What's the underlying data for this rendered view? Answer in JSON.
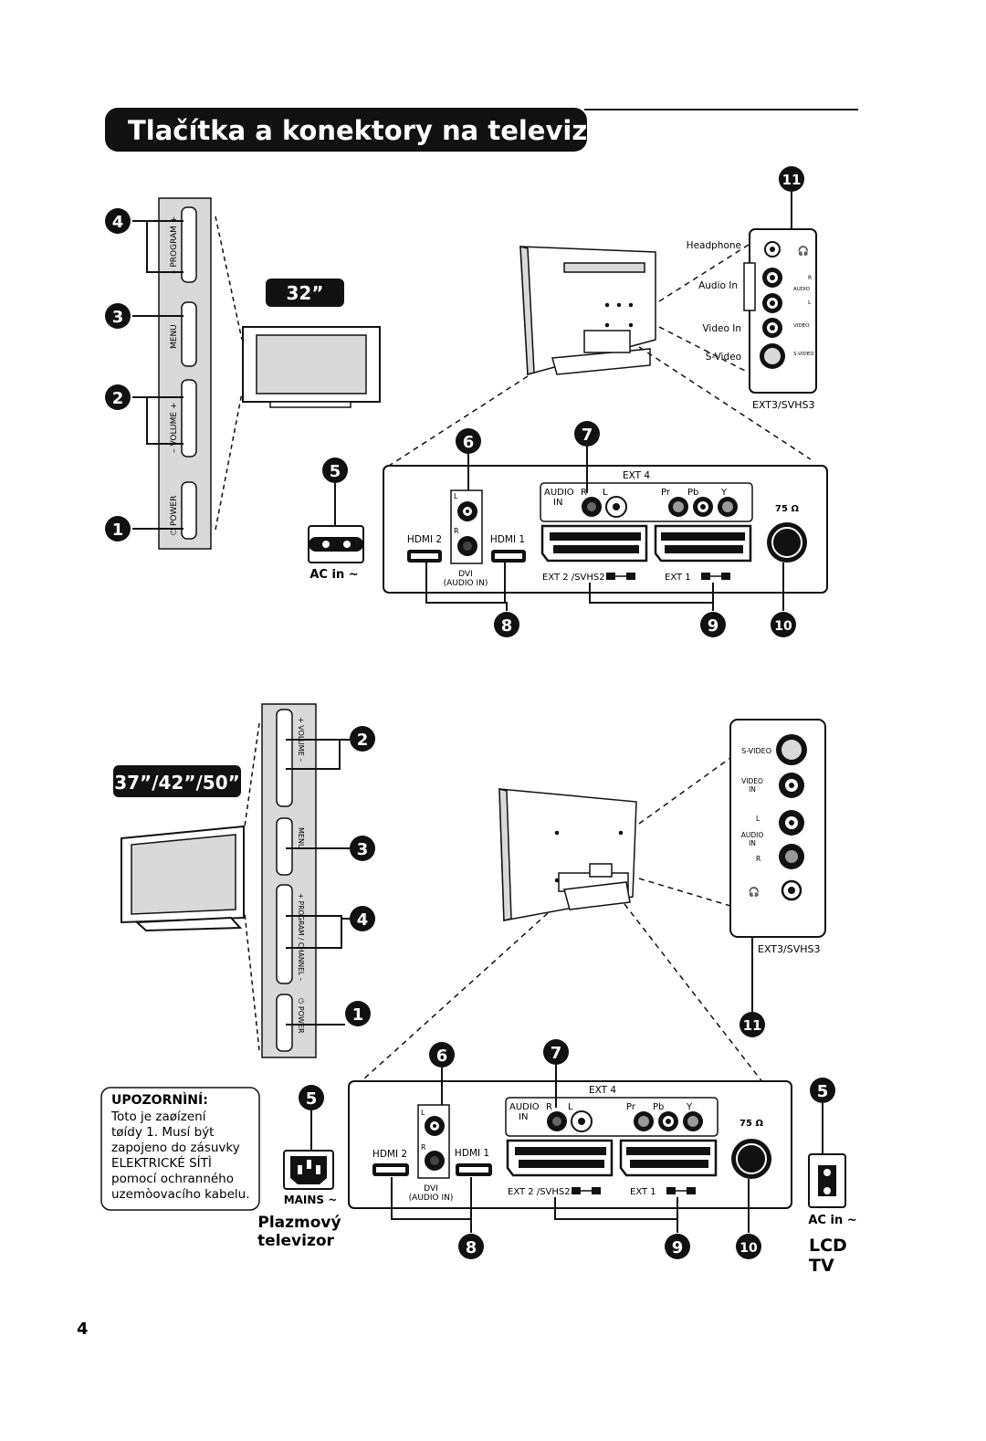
{
  "page": {
    "title": "Tlačítka a konektory na televizoru",
    "page_number": "4"
  },
  "sec32": {
    "size_label": "32”",
    "buttons": {
      "program": "–  PROGRAM  +",
      "menu": "MENU",
      "volume": "–  VOLUME  +",
      "power": "⏻ POWER"
    },
    "numbers": {
      "n1": "1",
      "n2": "2",
      "n3": "3",
      "n4": "4",
      "n5": "5",
      "n6": "6",
      "n7": "7",
      "n8": "8",
      "n9": "9",
      "n10": "10",
      "n11": "11"
    },
    "side": {
      "headphone": "Headphone",
      "audio_in": "Audio In",
      "video_in": "Video In",
      "svideo": "S-Video",
      "ext": "EXT3/SVHS3",
      "r": "R",
      "l": "L",
      "audio_small": "AUDIO\nIN",
      "video_small": "VIDEO\nIN",
      "svideo_small": "S-VIDEO"
    },
    "rear": {
      "ext4": "EXT 4",
      "audio": "AUDIO",
      "in": "IN",
      "r": "R",
      "l": "L",
      "pr": "Pr",
      "pb": "Pb",
      "y": "Y",
      "hdmi2": "HDMI 2",
      "hdmi1": "HDMI 1",
      "dvi": "DVI",
      "dvi_audio": "(AUDIO IN)",
      "ext2": "EXT 2 /SVHS2",
      "ext1": "EXT 1",
      "ohm": "75 Ω",
      "ac_in": "AC in ~",
      "lbl_l": "L",
      "lbl_r": "R"
    }
  },
  "sec37": {
    "size_label": "37”/42”/50”",
    "buttons": {
      "volume": "+   VOLUME   –",
      "menu": "MENU",
      "program": "+  PROGRAM / CHANNEL  –",
      "power": "⏻ POWER"
    },
    "numbers": {
      "n1": "1",
      "n2": "2",
      "n3": "3",
      "n4": "4",
      "n5": "5",
      "n5b": "5",
      "n6": "6",
      "n7": "7",
      "n8": "8",
      "n9": "9",
      "n10": "10",
      "n11": "11"
    },
    "side": {
      "svideo": "S-VIDEO",
      "video_in": "VIDEO\nIN",
      "audio_in": "AUDIO\nIN",
      "l": "L",
      "r": "R",
      "ext": "EXT3/SVHS3"
    },
    "rear": {
      "ext4": "EXT 4",
      "audio": "AUDIO",
      "in": "IN",
      "r": "R",
      "l": "L",
      "pr": "Pr",
      "pb": "Pb",
      "y": "Y",
      "hdmi2": "HDMI 2",
      "hdmi1": "HDMI 1",
      "dvi": "DVI",
      "dvi_audio": "(AUDIO IN)",
      "ext2": "EXT 2 /SVHS2",
      "ext1": "EXT 1",
      "ohm": "75 Ω",
      "mains": "MAINS ~",
      "ac_in": "AC in ~",
      "lbl_l": "L",
      "lbl_r": "R"
    },
    "warning": {
      "title": "UPOZORNÌNÍ:",
      "lines": [
        "Toto je zaøízení",
        "tøídy 1. Musí být",
        "zapojeno do zásuvky",
        "ELEKTRICKÉ SÍTÌ",
        "pomocí ochranného",
        "uzemòovacího kabelu."
      ]
    },
    "plasma_label": [
      "Plazmový",
      "televizor"
    ],
    "lcd_label": [
      "LCD",
      "TV"
    ]
  },
  "colors": {
    "ink": "#111111",
    "panel": "#d9d9d9",
    "white": "#ffffff"
  }
}
